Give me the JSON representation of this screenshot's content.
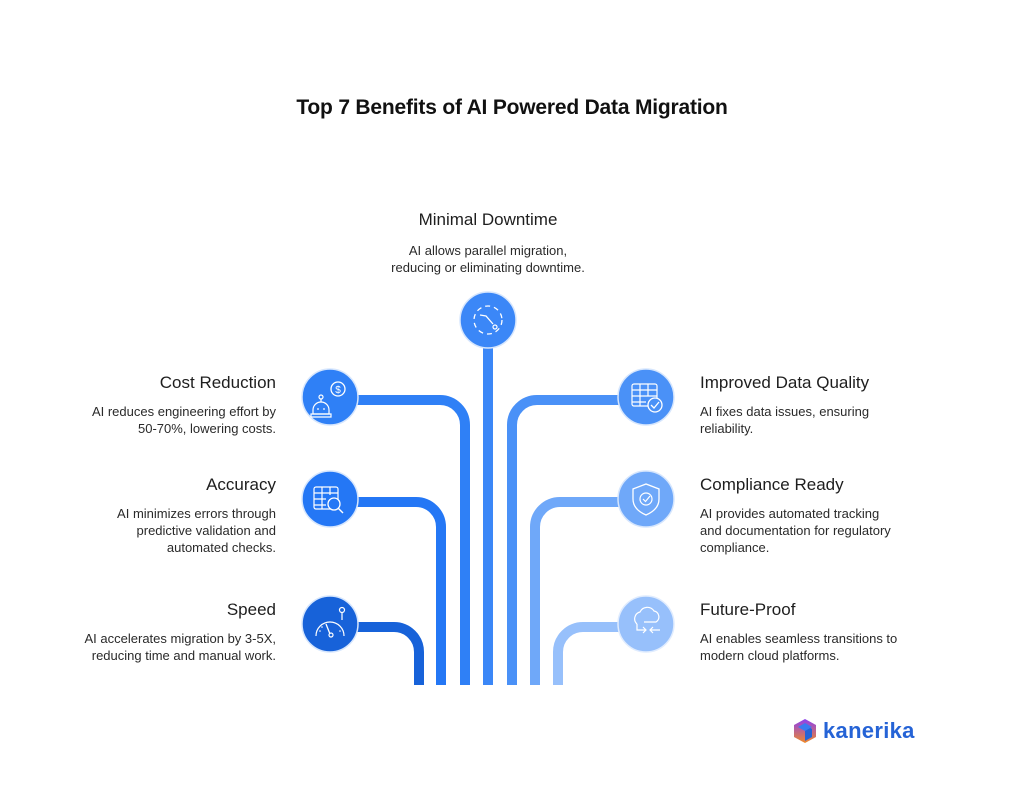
{
  "title": "Top 7 Benefits of AI Powered Data Migration",
  "center_benefit": {
    "heading": "Minimal Downtime",
    "line1": "AI allows parallel migration,",
    "line2": "reducing or eliminating downtime.",
    "icon": "clock-timer-icon",
    "color": "#3b87f7"
  },
  "left_benefits": [
    {
      "heading": "Cost Reduction",
      "line1": "AI reduces engineering effort by",
      "line2": "50-70%, lowering costs.",
      "line3": "",
      "icon": "robot-dollar-icon",
      "color": "#2f80f6"
    },
    {
      "heading": "Accuracy",
      "line1": "AI minimizes errors through",
      "line2": "predictive validation and",
      "line3": "automated checks.",
      "icon": "table-search-icon",
      "color": "#2477f5"
    },
    {
      "heading": "Speed",
      "line1": "AI accelerates migration by 3-5X,",
      "line2": "reducing time and manual work.",
      "line3": "",
      "icon": "speedometer-icon",
      "color": "#1762d9"
    }
  ],
  "right_benefits": [
    {
      "heading": "Improved Data Quality",
      "line1": "AI fixes data issues, ensuring",
      "line2": "reliability.",
      "line3": "",
      "icon": "table-check-icon",
      "color": "#4a91f7"
    },
    {
      "heading": "Compliance Ready",
      "line1": "AI provides automated tracking",
      "line2": "and documentation for regulatory",
      "line3": "compliance.",
      "icon": "shield-check-icon",
      "color": "#6fa8f9"
    },
    {
      "heading": "Future-Proof",
      "line1": "AI enables seamless transitions to",
      "line2": "modern cloud platforms.",
      "line3": "",
      "icon": "cloud-transfer-icon",
      "color": "#97c0fb"
    }
  ],
  "brand": {
    "name": "kanerika"
  }
}
